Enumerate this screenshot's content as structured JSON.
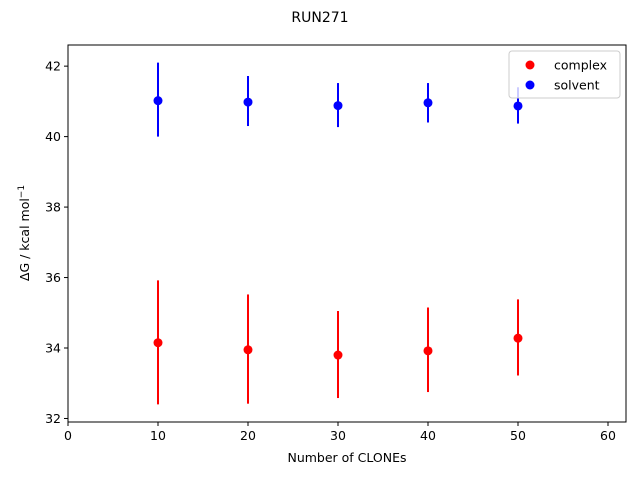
{
  "chart_data": {
    "type": "scatter",
    "title": "RUN271",
    "xlabel": "Number of CLONEs",
    "ylabel_main": "ΔG / kcal mol",
    "ylabel_sup": "−1",
    "xlim": [
      0,
      62
    ],
    "ylim": [
      31.9,
      42.6
    ],
    "x_ticks": [
      0,
      10,
      20,
      30,
      40,
      50,
      60
    ],
    "y_ticks": [
      32,
      34,
      36,
      38,
      40,
      42
    ],
    "legend_position": "top-right",
    "series": [
      {
        "name": "complex",
        "color": "#ff0000",
        "x": [
          10,
          20,
          30,
          40,
          50
        ],
        "y": [
          34.15,
          33.95,
          33.8,
          33.92,
          34.28
        ],
        "err_low": [
          32.4,
          32.42,
          32.58,
          32.75,
          33.22
        ],
        "err_high": [
          35.92,
          35.52,
          35.05,
          35.15,
          35.38
        ]
      },
      {
        "name": "solvent",
        "color": "#0000ff",
        "x": [
          10,
          20,
          30,
          40,
          50
        ],
        "y": [
          41.02,
          40.98,
          40.88,
          40.96,
          40.87
        ],
        "err_low": [
          40.0,
          40.3,
          40.27,
          40.4,
          40.37
        ],
        "err_high": [
          42.1,
          41.72,
          41.52,
          41.52,
          41.4
        ]
      }
    ]
  }
}
